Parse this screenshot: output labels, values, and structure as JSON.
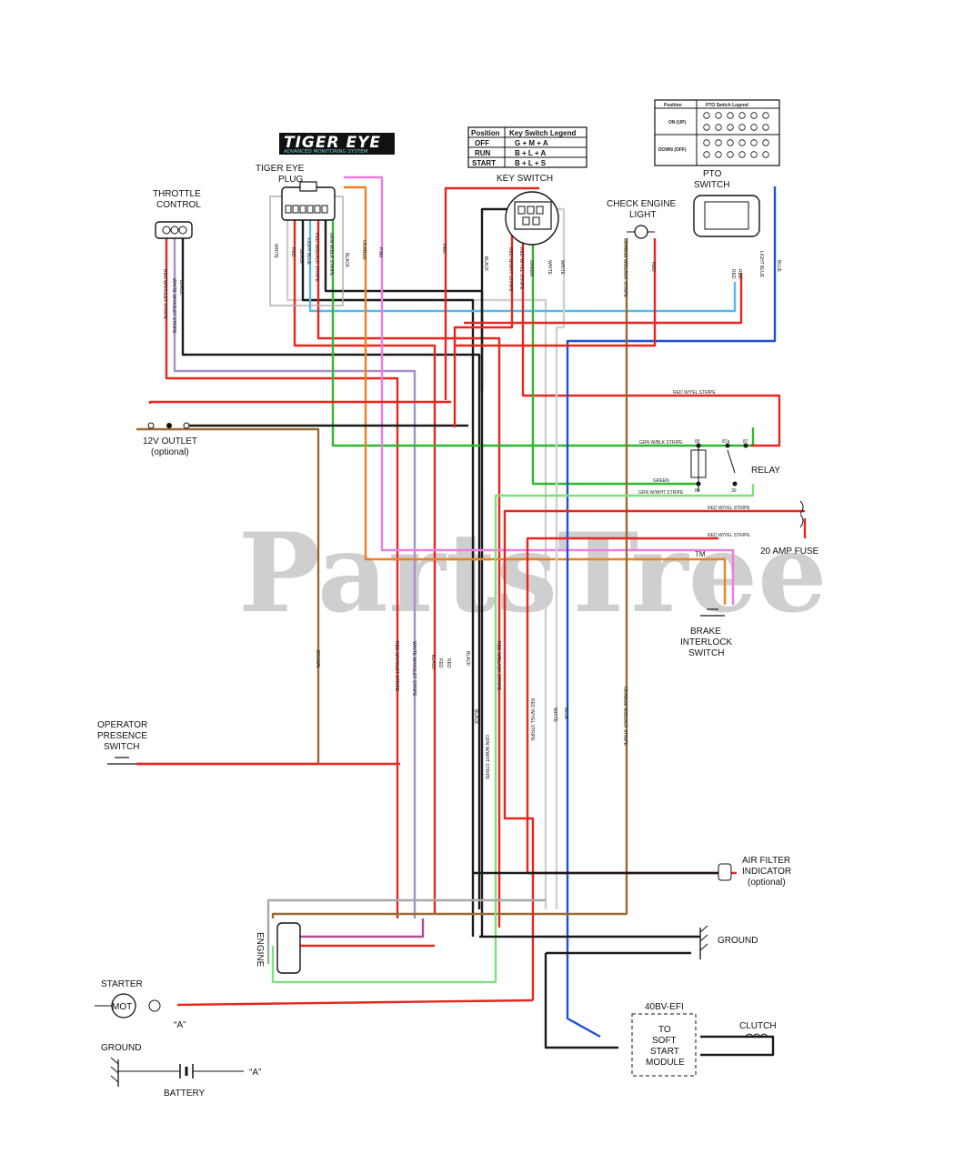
{
  "logo": {
    "title": "TIGER EYE",
    "subtitle": "ADVANCED MONITORING SYSTEM"
  },
  "watermark": "PartsTree",
  "trademark": "TM",
  "colors": {
    "red": "#e8251f",
    "black": "#1a1a1a",
    "green": "#2eb82e",
    "light_green": "#7fe07f",
    "blue": "#1f4fd8",
    "light_blue": "#58b8ea",
    "brown": "#9a6a33",
    "orange": "#f07f1f",
    "pink": "#f07be0",
    "violet": "#b04a9a",
    "gray": "#a8a8a8",
    "white_wire": "#cfcfcf"
  },
  "key_switch_legend": {
    "headers": [
      "Position",
      "Key Switch Legend"
    ],
    "rows": [
      [
        "OFF",
        "G + M + A"
      ],
      [
        "RUN",
        "B + L + A"
      ],
      [
        "START",
        "B + L + S"
      ]
    ]
  },
  "pto_legend": {
    "headers": [
      "Position",
      "PTO Switch Legend"
    ],
    "rows": [
      "ON (UP)",
      "DOWN (OFF)"
    ]
  },
  "components": {
    "throttle_control": [
      "THROTTLE",
      "CONTROL"
    ],
    "tiger_eye_plug": [
      "TIGER EYE",
      "PLUG"
    ],
    "key_switch": "KEY SWITCH",
    "check_engine_light": [
      "CHECK ENGINE",
      "LIGHT"
    ],
    "pto_switch": [
      "PTO",
      "SWITCH"
    ],
    "outlet": [
      "12V OUTLET",
      "(optional)"
    ],
    "relay": "RELAY",
    "relay_pins": [
      "85",
      "87a",
      "87",
      "86",
      "30"
    ],
    "fuse": "20 AMP FUSE",
    "brake_interlock": [
      "BRAKE",
      "INTERLOCK",
      "SWITCH"
    ],
    "operator_presence": [
      "OPERATOR",
      "PRESENCE",
      "SWITCH"
    ],
    "air_filter": [
      "AIR FILTER",
      "INDICATOR",
      "(optional)"
    ],
    "engine": "ENGINE",
    "ground_right": "GROUND",
    "starter": "STARTER",
    "starter_mot": "MOT",
    "starter_ref": "“A”",
    "ground_left": "GROUND",
    "battery": "BATTERY",
    "battery_ref": "“A”",
    "module_title": "40BV-EFI",
    "module": [
      "TO",
      "SOFT",
      "START",
      "MODULE"
    ],
    "clutch": "CLUTCH"
  },
  "wire_labels": {
    "white": "WHITE",
    "red": "RED",
    "black": "BLACK",
    "light_blue": "LIGHT BLUE",
    "red_blk": "RED W/BLACK STRIPE",
    "grn_blk": "GRN W/BLK STRIPE",
    "orange": "ORANGE",
    "pink": "PINK",
    "white_violet": "WHITE W/VIOLET STRIPE",
    "red_violet": "RED W/VIOLET STRIPE",
    "red_wht": "RED W/WHT STRIPE",
    "red_yel": "RED W/YEL STRIPE",
    "green": "GREEN",
    "grn_wht": "GRN W/WHT STRIPE",
    "orange_blk": "ORANGE W/BLACK STRIPE",
    "blue": "BLUE",
    "brown": "BROWN"
  }
}
